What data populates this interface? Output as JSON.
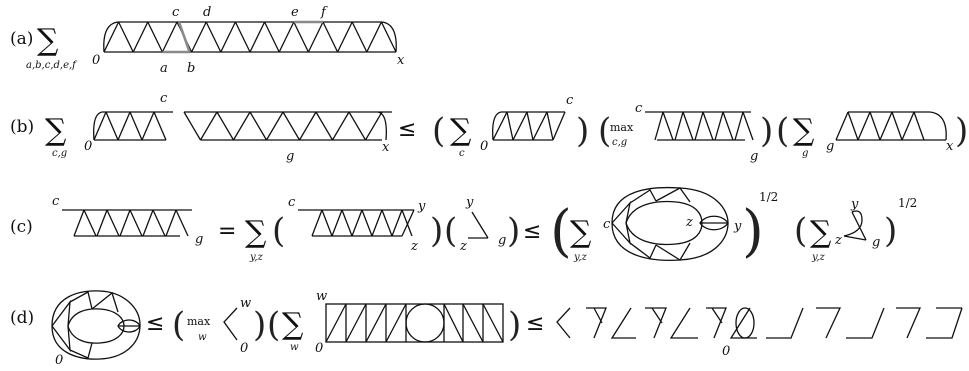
{
  "rows": [
    {
      "label": "(a)",
      "sum_sub": "a,b,c,d,e,f",
      "v0": "0",
      "vx": "x",
      "va": "a",
      "vb": "b",
      "vc": "c",
      "vd": "d",
      "ve": "e",
      "vf": "f"
    },
    {
      "label": "(b)",
      "sum_sub": "c,g",
      "v0": "0",
      "vc": "c",
      "vg": "g",
      "vx": "x",
      "leq": "≤",
      "f1_sum_sub": "c",
      "f1_0": "0",
      "f1_c": "c",
      "f2_max": "max",
      "f2_max_sub": "c,g",
      "f2_c": "c",
      "f2_g": "g",
      "f3_sum_sub": "g",
      "f3_g": "g",
      "f3_x": "x"
    },
    {
      "label": "(c)",
      "lhs_c": "c",
      "lhs_g": "g",
      "eq": "=",
      "sum_sub": "y,z",
      "t1_c": "c",
      "t1_y": "y",
      "t1_z": "z",
      "t2_y": "y",
      "t2_z": "z",
      "t2_g": "g",
      "leq": "≤",
      "f1_sum_sub": "y,z",
      "f1_c": "c",
      "f1_z": "z",
      "f1_y": "y",
      "f1_exp": "1/2",
      "f2_sum_sub": "y,z",
      "f2_y": "y",
      "f2_z": "z",
      "f2_g": "g",
      "f2_exp": "1/2"
    },
    {
      "label": "(d)",
      "v0": "0",
      "leq1": "≤",
      "max": "max",
      "max_sub": "w",
      "max_w": "w",
      "max_0": "0",
      "sum_sub": "w",
      "sum_w": "w",
      "sum_0": "0",
      "leq2": "≤",
      "chain_0": "0"
    }
  ]
}
